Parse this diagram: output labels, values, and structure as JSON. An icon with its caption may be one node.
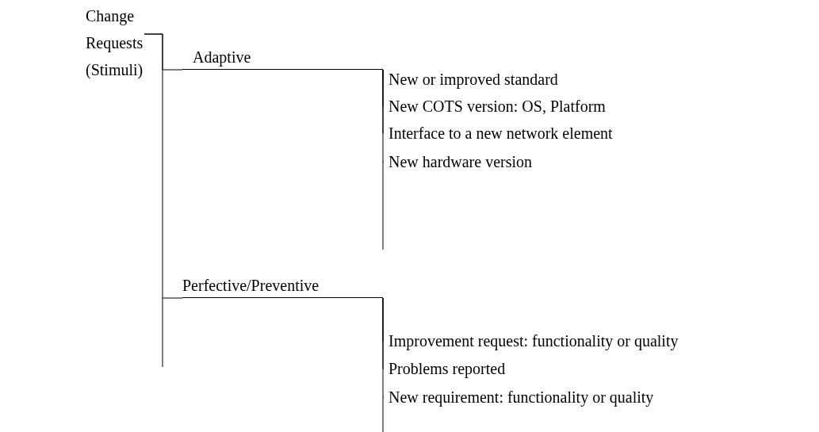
{
  "diagram": {
    "nodes": [
      {
        "text": [
          "Change Requests (Stimuli)"
        ]
      },
      {
        "text": [
          "Adaptive"
        ]
      },
      {
        "text": [
          "Perfective/Preventive"
        ]
      },
      {
        "text": [
          "New or improved standard"
        ]
      },
      {
        "text": [
          "New COTS version: OS, Platform"
        ]
      },
      {
        "text": [
          "Interface to a new network element"
        ]
      },
      {
        "text": [
          "New hardware version"
        ]
      },
      {
        "text": [
          "Improvement request: functionality or quality"
        ]
      },
      {
        "text": [
          "Problems reported"
        ]
      },
      {
        "text": [
          "New requirement: functionality or quality"
        ]
      }
    ],
    "edges": [
      {
        "from": 0,
        "to": 1,
        "arrow": "none"
      },
      {
        "from": 0,
        "to": 2,
        "arrow": "none"
      },
      {
        "from": 1,
        "to": 3,
        "arrow": "none"
      },
      {
        "from": 1,
        "to": 4,
        "arrow": "none"
      },
      {
        "from": 1,
        "to": 5,
        "arrow": "none"
      },
      {
        "from": 1,
        "to": 6,
        "arrow": "none"
      },
      {
        "from": 2,
        "to": 7,
        "arrow": "none"
      },
      {
        "from": 2,
        "to": 8,
        "arrow": "none"
      },
      {
        "from": 2,
        "to": 9,
        "arrow": "none"
      }
    ]
  }
}
